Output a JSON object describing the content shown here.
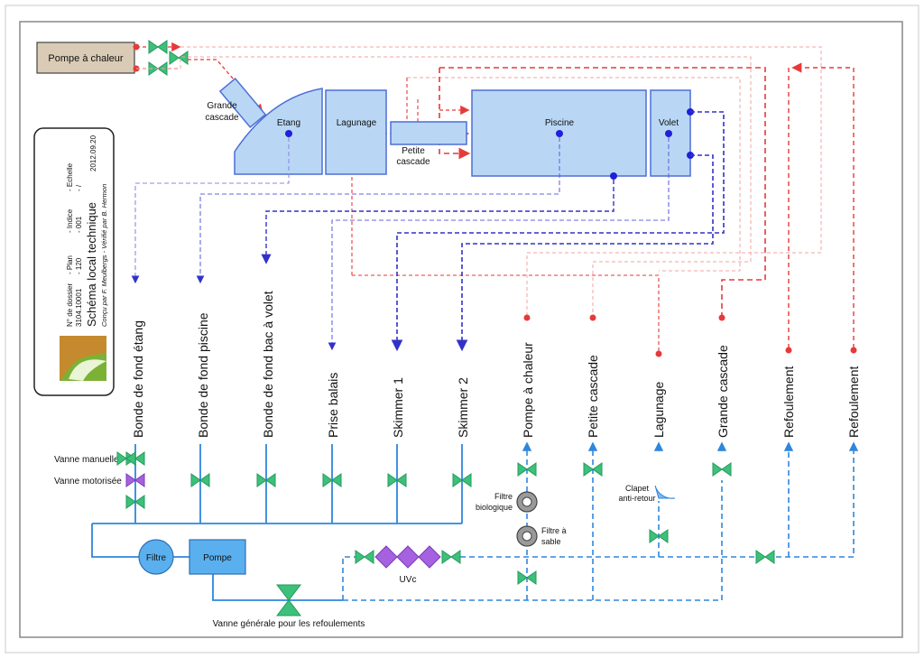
{
  "heat_pump_box": "Pompe à chaleur",
  "tanks": {
    "etang": "Etang",
    "lagunage": "Lagunage",
    "piscine": "Piscine",
    "volet": "Volet",
    "grande_cascade": [
      "Grande",
      "cascade"
    ],
    "petite_cascade": [
      "Petite",
      "cascade"
    ]
  },
  "title_block": {
    "col1": [
      "N° de dossier",
      "3104.10001"
    ],
    "col2": [
      "- Plan",
      "- 120"
    ],
    "col3": [
      "- Indice",
      "- 001"
    ],
    "col4": [
      "- Echelle",
      "- /"
    ],
    "title": "Schéma local technique",
    "subtitle": "Conçu par F. Meulbergs - Vérifié par B. Hermon",
    "date": "2012.09.20"
  },
  "lines": [
    "Bonde de fond étang",
    "Bonde de fond piscine",
    "Bonde de fond bac à volet",
    "Prise balais",
    "Skimmer 1",
    "Skimmer 2",
    "Pompe à chaleur",
    "Petite cascade",
    "Lagunage",
    "Grande cascade",
    "Refoulement",
    "Refoulement"
  ],
  "legend": {
    "manual": "Vanne manuelle",
    "motor": "Vanne motorisée"
  },
  "equipment": {
    "filtre": "Filtre",
    "pompe": "Pompe",
    "uvc": "UVc",
    "filtre_bio": [
      "Filtre",
      "biologique"
    ],
    "filtre_sable": [
      "Filtre à",
      "sable"
    ],
    "clapet": [
      "Clapet",
      "anti-retour"
    ],
    "vanne_generale": "Vanne générale pour les refoulements"
  },
  "colors": {
    "tank_fill": "#b9d7f5",
    "tank_stroke": "#4d6fd6",
    "red": "#e63a3a",
    "blue": "#2f86dc",
    "navy": "#3232c8",
    "valve": "#3cc07a",
    "motor_valve": "#a661e0",
    "brown_box": "#d9cbb5"
  }
}
